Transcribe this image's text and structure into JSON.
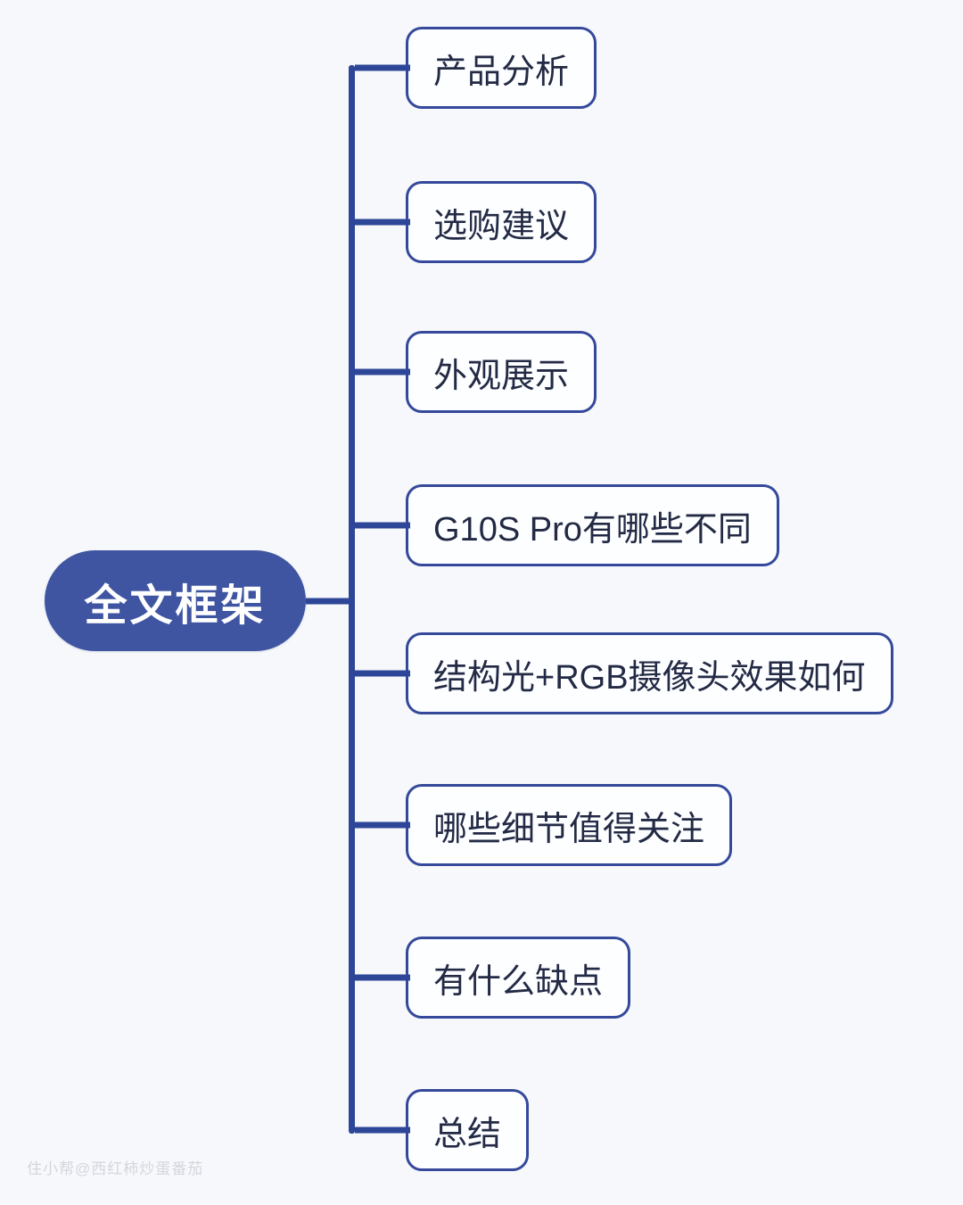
{
  "title": "全文框架",
  "watermark": "住小帮@西红柿炒蛋番茄",
  "colors": {
    "background": "#f6f8fb",
    "line": "#2e4697",
    "node_border": "#35499b",
    "node_bg": "#fdfeff",
    "node_text": "#232a45",
    "center_bg": "#3f55a2",
    "center_text": "#ffffff"
  },
  "branches": [
    {
      "label": "产品分析"
    },
    {
      "label": "选购建议"
    },
    {
      "label": "外观展示"
    },
    {
      "label": "G10S Pro有哪些不同"
    },
    {
      "label": "结构光+RGB摄像头效果如何"
    },
    {
      "label": "哪些细节值得关注"
    },
    {
      "label": "有什么缺点"
    },
    {
      "label": "总结"
    }
  ]
}
